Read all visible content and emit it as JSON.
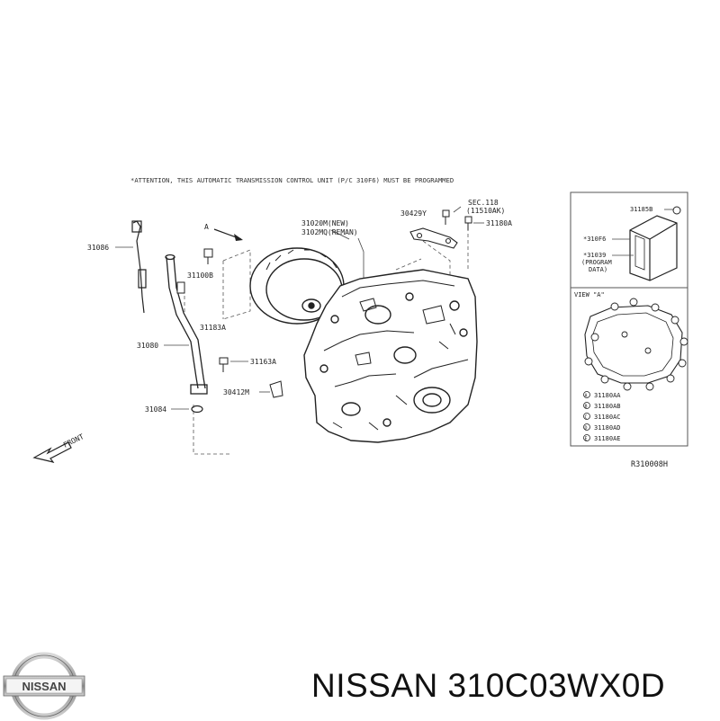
{
  "diagram": {
    "attention_note": "*ATTENTION, THIS AUTOMATIC TRANSMISSION CONTROL UNIT (P/C 310F6) MUST BE PROGRAMMED",
    "ref_code": "R310008H",
    "view_a_label": "A",
    "front_label": "FRONT",
    "parts": {
      "p31086": "31086",
      "p31100b": "31100B",
      "p31183a": "31183A",
      "p31080": "31080",
      "p31163a": "31163A",
      "p30412m": "30412M",
      "p31084": "31084",
      "p31020m": "31020M(NEW)",
      "p3102mq": "3102MQ(REMAN)",
      "p30429y": "30429Y",
      "sec": "SEC.118",
      "sec_sub": "(11510AK)",
      "p31180a": "31180A",
      "p31185b": "31185B",
      "p310f6": "*310F6",
      "p31039": "*31039",
      "prog1": "(PROGRAM",
      "prog2": "DATA)"
    },
    "view_panel": {
      "title": "VIEW \"A\"",
      "legend": [
        {
          "sym": "A",
          "code": "31180AA"
        },
        {
          "sym": "B",
          "code": "31180AB"
        },
        {
          "sym": "C",
          "code": "31180AC"
        },
        {
          "sym": "D",
          "code": "31180AD"
        },
        {
          "sym": "E",
          "code": "31180AE"
        }
      ]
    }
  },
  "footer": {
    "brand": "NISSAN",
    "title": "NISSAN 310C03WX0D"
  }
}
